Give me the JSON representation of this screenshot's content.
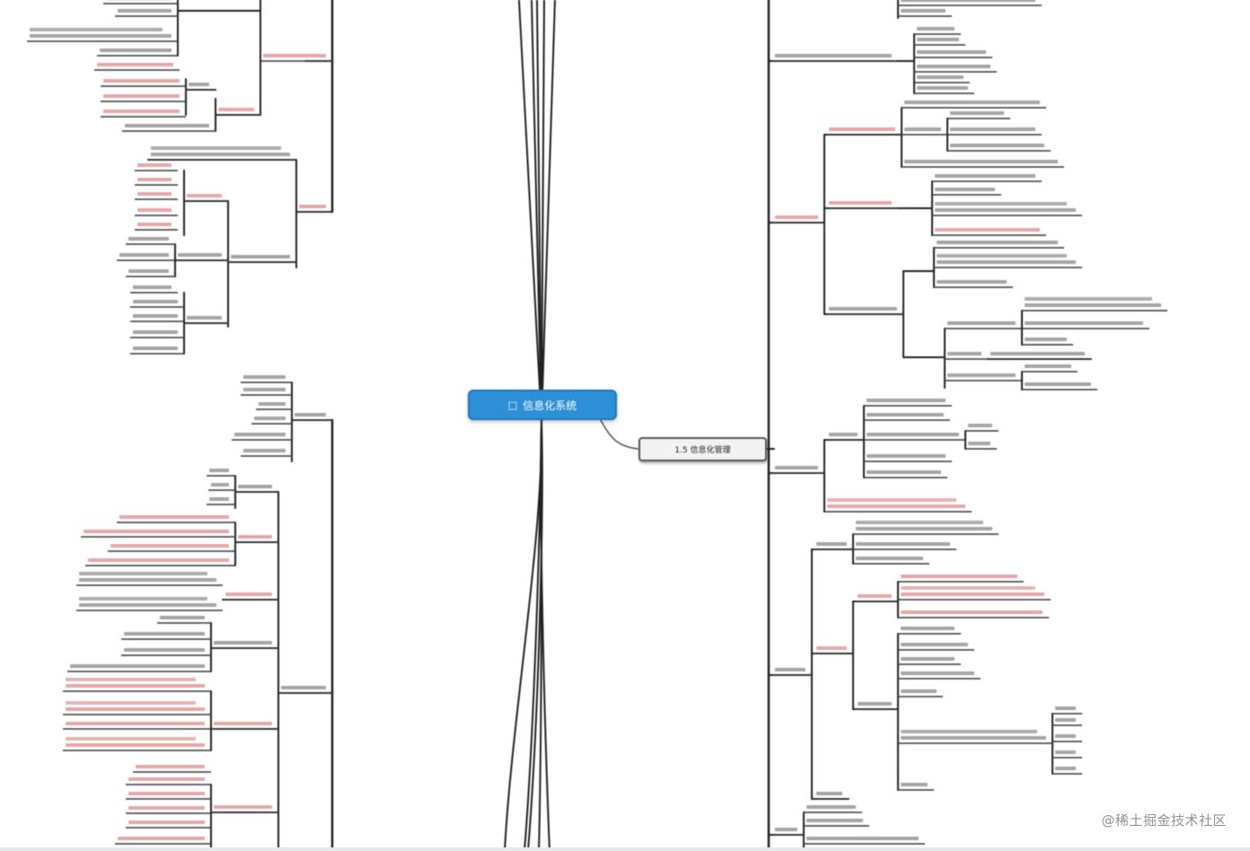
{
  "diagram": {
    "root": {
      "label": "信息化系统"
    },
    "main_branch": {
      "label": "1.5 信息化管理"
    }
  },
  "watermark": {
    "text": "@稀土掘金技术社区"
  },
  "colors": {
    "root_fill": "#2d8fd5",
    "branch_line": "#222222",
    "leaf_text_black": "#333333",
    "leaf_text_red": "#c43b3b",
    "node_box": "#f2f2f2"
  }
}
